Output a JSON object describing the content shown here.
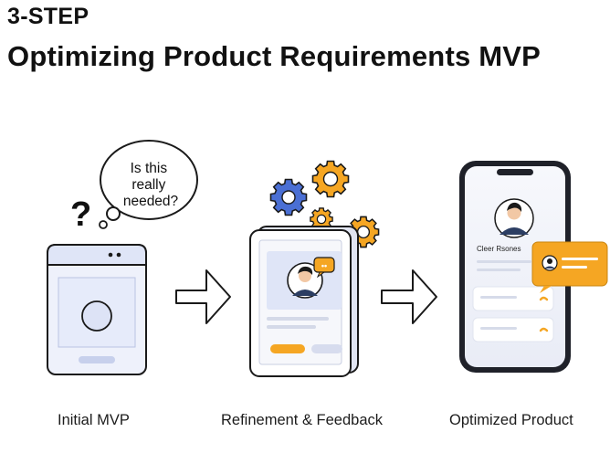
{
  "header": {
    "step_label": "3-STEP",
    "title": "Optimizing Product Requirements MVP"
  },
  "steps": [
    {
      "caption": "Initial MVP",
      "bubble_text": [
        "Is this",
        "really",
        "needed?"
      ],
      "question_mark": "?"
    },
    {
      "caption": "Refinement & Feedback"
    },
    {
      "caption": "Optimized Product",
      "screen_label": "Cleer Rsones"
    }
  ],
  "colors": {
    "accent_orange": "#f5a623",
    "gear_blue": "#4a6fd4",
    "screen_blue": "#e6ebfa",
    "outline": "#1a1a1a"
  }
}
